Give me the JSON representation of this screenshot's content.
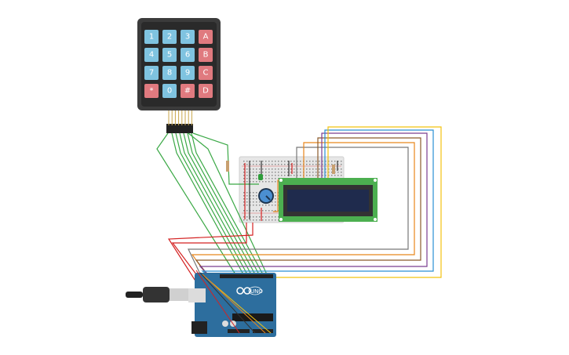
{
  "keypad": {
    "keys": [
      "1",
      "2",
      "3",
      "A",
      "4",
      "5",
      "6",
      "B",
      "7",
      "8",
      "9",
      "C",
      "*",
      "0",
      "#",
      "D"
    ],
    "colors": {
      "number_key": "#7fc3e0",
      "letter_key": "#e07a7f",
      "body": "#3b3b3b"
    }
  },
  "arduino": {
    "model_label": "UNO",
    "board_color": "#2d6e9e"
  },
  "lcd": {
    "pcb_color": "#4caf50",
    "screen_color": "#1f2b4d"
  },
  "wire_colors": {
    "green": "#3aa845",
    "red": "#d42222",
    "black": "#333333",
    "orange": "#e8861c",
    "brown": "#8b5a2b",
    "purple": "#7a3d8f",
    "blue": "#2a8fd4",
    "yellow": "#f2c20f",
    "gray": "#777777"
  }
}
